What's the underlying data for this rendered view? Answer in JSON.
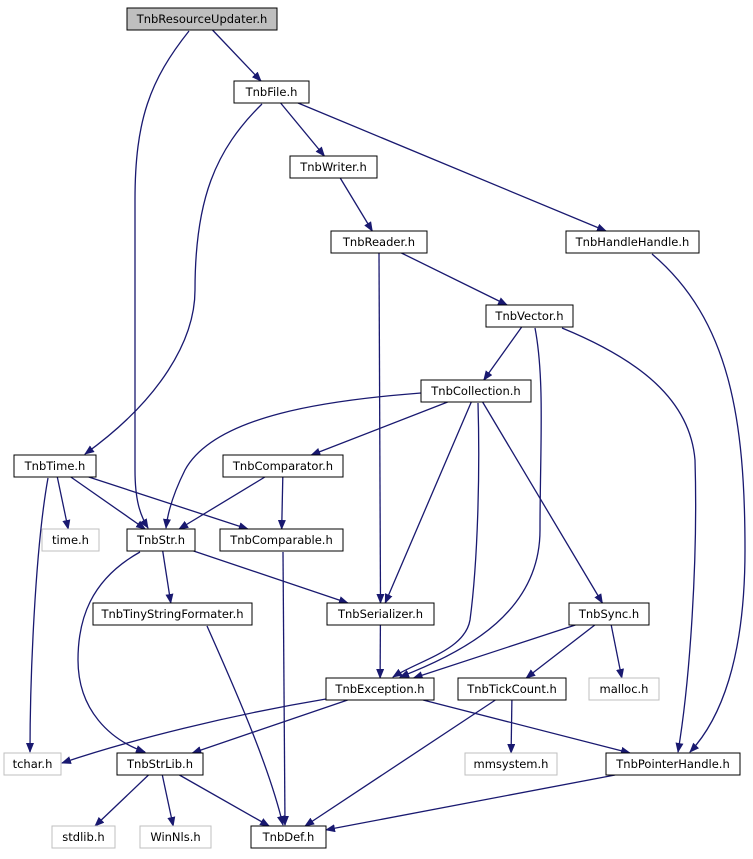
{
  "graph": {
    "root": "TnbResourceUpdater.h",
    "nodes": [
      {
        "id": "TnbResourceUpdater.h",
        "label": "TnbResourceUpdater.h",
        "kind": "root"
      },
      {
        "id": "TnbFile.h",
        "label": "TnbFile.h",
        "kind": "project"
      },
      {
        "id": "TnbWriter.h",
        "label": "TnbWriter.h",
        "kind": "project"
      },
      {
        "id": "TnbReader.h",
        "label": "TnbReader.h",
        "kind": "project"
      },
      {
        "id": "TnbHandleHandle.h",
        "label": "TnbHandleHandle.h",
        "kind": "project"
      },
      {
        "id": "TnbVector.h",
        "label": "TnbVector.h",
        "kind": "project"
      },
      {
        "id": "TnbCollection.h",
        "label": "TnbCollection.h",
        "kind": "project"
      },
      {
        "id": "TnbTime.h",
        "label": "TnbTime.h",
        "kind": "project"
      },
      {
        "id": "TnbComparator.h",
        "label": "TnbComparator.h",
        "kind": "project"
      },
      {
        "id": "time.h",
        "label": "time.h",
        "kind": "system"
      },
      {
        "id": "TnbStr.h",
        "label": "TnbStr.h",
        "kind": "project"
      },
      {
        "id": "TnbComparable.h",
        "label": "TnbComparable.h",
        "kind": "project"
      },
      {
        "id": "TnbTinyStringFormater.h",
        "label": "TnbTinyStringFormater.h",
        "kind": "project"
      },
      {
        "id": "TnbSerializer.h",
        "label": "TnbSerializer.h",
        "kind": "project"
      },
      {
        "id": "TnbSync.h",
        "label": "TnbSync.h",
        "kind": "project"
      },
      {
        "id": "TnbException.h",
        "label": "TnbException.h",
        "kind": "project"
      },
      {
        "id": "TnbTickCount.h",
        "label": "TnbTickCount.h",
        "kind": "project"
      },
      {
        "id": "malloc.h",
        "label": "malloc.h",
        "kind": "system"
      },
      {
        "id": "tchar.h",
        "label": "tchar.h",
        "kind": "system"
      },
      {
        "id": "TnbStrLib.h",
        "label": "TnbStrLib.h",
        "kind": "project"
      },
      {
        "id": "mmsystem.h",
        "label": "mmsystem.h",
        "kind": "system"
      },
      {
        "id": "TnbPointerHandle.h",
        "label": "TnbPointerHandle.h",
        "kind": "project"
      },
      {
        "id": "stdlib.h",
        "label": "stdlib.h",
        "kind": "system"
      },
      {
        "id": "WinNls.h",
        "label": "WinNls.h",
        "kind": "system"
      },
      {
        "id": "TnbDef.h",
        "label": "TnbDef.h",
        "kind": "project"
      }
    ],
    "edges": [
      [
        "TnbResourceUpdater.h",
        "TnbFile.h"
      ],
      [
        "TnbResourceUpdater.h",
        "TnbStr.h"
      ],
      [
        "TnbFile.h",
        "TnbWriter.h"
      ],
      [
        "TnbFile.h",
        "TnbHandleHandle.h"
      ],
      [
        "TnbFile.h",
        "TnbTime.h"
      ],
      [
        "TnbWriter.h",
        "TnbReader.h"
      ],
      [
        "TnbReader.h",
        "TnbVector.h"
      ],
      [
        "TnbReader.h",
        "TnbSerializer.h"
      ],
      [
        "TnbHandleHandle.h",
        "TnbPointerHandle.h"
      ],
      [
        "TnbVector.h",
        "TnbCollection.h"
      ],
      [
        "TnbVector.h",
        "TnbException.h"
      ],
      [
        "TnbVector.h",
        "TnbPointerHandle.h"
      ],
      [
        "TnbCollection.h",
        "TnbComparator.h"
      ],
      [
        "TnbCollection.h",
        "TnbStr.h"
      ],
      [
        "TnbCollection.h",
        "TnbSerializer.h"
      ],
      [
        "TnbCollection.h",
        "TnbException.h"
      ],
      [
        "TnbCollection.h",
        "TnbSync.h"
      ],
      [
        "TnbTime.h",
        "time.h"
      ],
      [
        "TnbTime.h",
        "TnbStr.h"
      ],
      [
        "TnbTime.h",
        "TnbComparable.h"
      ],
      [
        "TnbTime.h",
        "tchar.h"
      ],
      [
        "TnbComparator.h",
        "TnbStr.h"
      ],
      [
        "TnbComparator.h",
        "TnbComparable.h"
      ],
      [
        "TnbComparable.h",
        "TnbDef.h"
      ],
      [
        "TnbStr.h",
        "TnbTinyStringFormater.h"
      ],
      [
        "TnbStr.h",
        "TnbSerializer.h"
      ],
      [
        "TnbStr.h",
        "TnbStrLib.h"
      ],
      [
        "TnbTinyStringFormater.h",
        "TnbDef.h"
      ],
      [
        "TnbSerializer.h",
        "TnbException.h"
      ],
      [
        "TnbSync.h",
        "TnbException.h"
      ],
      [
        "TnbSync.h",
        "TnbTickCount.h"
      ],
      [
        "TnbSync.h",
        "malloc.h"
      ],
      [
        "TnbException.h",
        "tchar.h"
      ],
      [
        "TnbException.h",
        "TnbStrLib.h"
      ],
      [
        "TnbException.h",
        "TnbPointerHandle.h"
      ],
      [
        "TnbTickCount.h",
        "mmsystem.h"
      ],
      [
        "TnbTickCount.h",
        "TnbDef.h"
      ],
      [
        "TnbStrLib.h",
        "stdlib.h"
      ],
      [
        "TnbStrLib.h",
        "WinNls.h"
      ],
      [
        "TnbStrLib.h",
        "TnbDef.h"
      ],
      [
        "TnbPointerHandle.h",
        "TnbDef.h"
      ]
    ],
    "colors": {
      "edge": "#191970",
      "root_fill": "#bfbfbf",
      "node_border": "#000000",
      "system_border": "#bfbfbf",
      "background": "#ffffff"
    }
  }
}
